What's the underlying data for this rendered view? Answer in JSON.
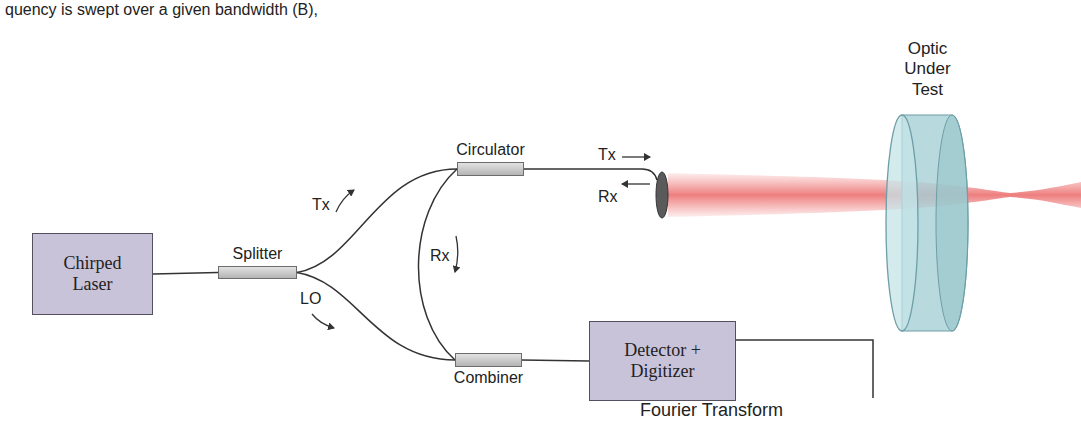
{
  "diagram": {
    "nodes": [
      {
        "text": [
          "Chirped Laser"
        ]
      },
      {
        "text": [
          "Splitter"
        ]
      },
      {
        "text": [
          "Circulator"
        ]
      },
      {
        "text": [
          "Combiner"
        ]
      },
      {
        "text": [
          "Detector + Digitizer"
        ]
      },
      {
        "text": [
          "Optic Under Test"
        ]
      }
    ],
    "edges": [
      {
        "from": 0,
        "to": 1,
        "arrow": "none"
      },
      {
        "from": 1,
        "to": 2,
        "label": "Tx",
        "arrow": "none"
      },
      {
        "from": 1,
        "to": 3,
        "label": "LO",
        "arrow": "none"
      },
      {
        "from": 2,
        "to": 3,
        "label": "Rx",
        "arrow": "none"
      },
      {
        "from": 3,
        "to": 4,
        "arrow": "none"
      }
    ],
    "labels": [
      "quency is swept over a given bandwidth (B),",
      "Tx",
      "Rx",
      "Fourier Transform"
    ]
  }
}
